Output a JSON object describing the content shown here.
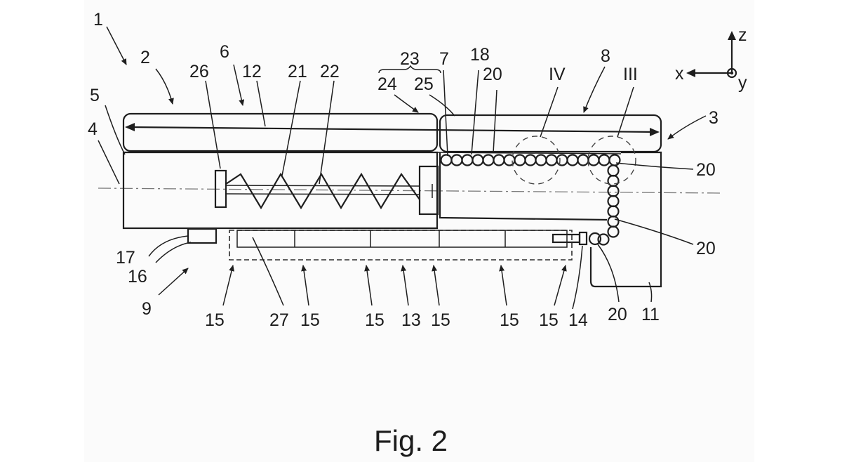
{
  "caption": "Fig. 2",
  "axes": {
    "z": "z",
    "x": "x",
    "y": "y"
  },
  "labels": {
    "l1": "1",
    "l2": "2",
    "l3": "3",
    "l4": "4",
    "l5": "5",
    "l6": "6",
    "l7": "7",
    "l8": "8",
    "l9": "9",
    "l11": "11",
    "l12": "12",
    "l13": "13",
    "l14": "14",
    "l15": "15",
    "l16": "16",
    "l17": "17",
    "l18": "18",
    "l20": "20",
    "l21": "21",
    "l22": "22",
    "l23": "23",
    "l24": "24",
    "l25": "25",
    "l26": "26",
    "l27": "27",
    "lIV": "IV",
    "lIII": "III"
  }
}
